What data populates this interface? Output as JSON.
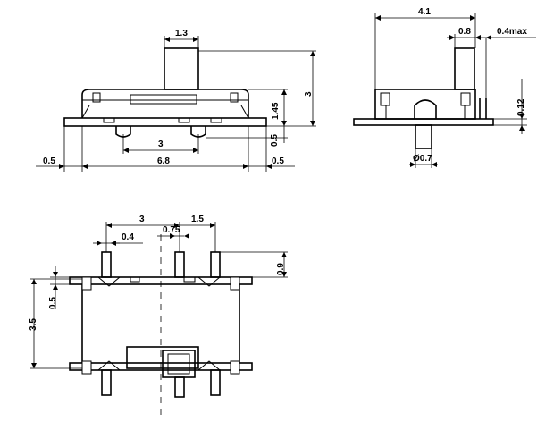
{
  "front_view": {
    "actuator_width": "1.3",
    "height_total": "3",
    "body_height": "1.45",
    "standoff": "0.5",
    "pin_pitch": "3",
    "tab_left": "0.5",
    "body_width": "6.8",
    "tab_right": "0.5"
  },
  "side_view": {
    "width": "4.1",
    "actuator_depth": "0.8",
    "max_label": "0.4max",
    "tolerance": "0.12",
    "diameter": "Ø0.7"
  },
  "bottom_view": {
    "pitch_3": "3",
    "pitch_1_5": "1.5",
    "pin_width": "0.4",
    "center_pin": "0.75",
    "tab_height": "0.9",
    "tab_offset": "0.5",
    "body_depth": "3.5"
  }
}
